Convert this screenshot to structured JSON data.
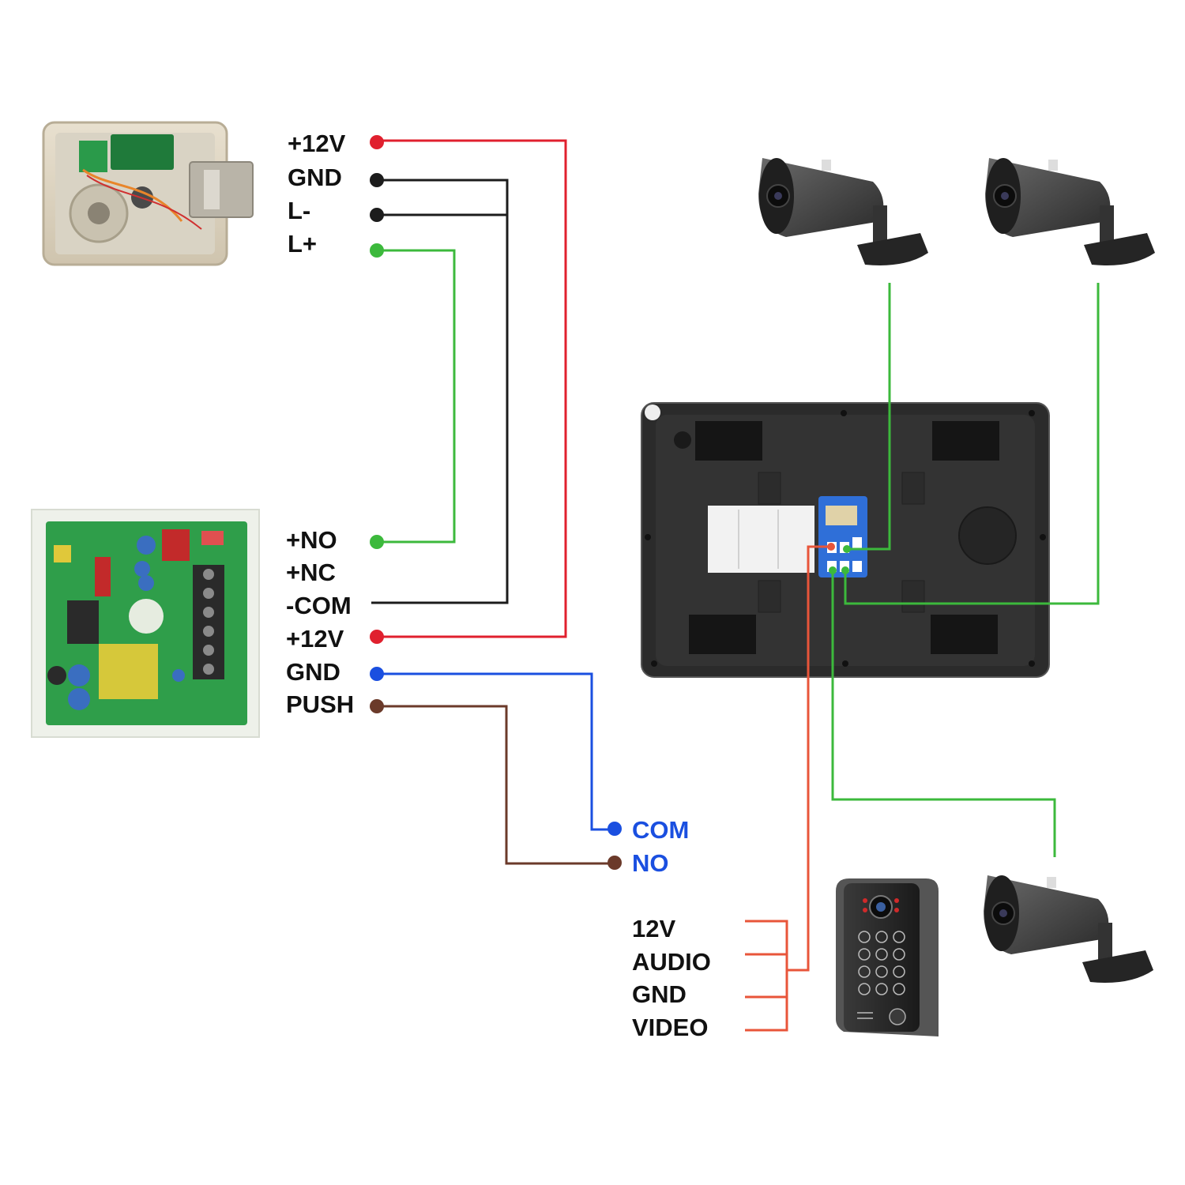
{
  "colors": {
    "red": "#e0202e",
    "black": "#1c1c1c",
    "green": "#3cb93c",
    "blue": "#1a4fe0",
    "brown": "#6b3a2a",
    "orange_red": "#e8553a"
  },
  "lock": {
    "terminals": [
      "+12V",
      "GND",
      "L-",
      "L+"
    ]
  },
  "power_supply": {
    "terminals": [
      "+NO",
      "+NC",
      "-COM",
      "+12V",
      "GND",
      "PUSH"
    ]
  },
  "exit_button": {
    "terminals": [
      "COM",
      "NO"
    ]
  },
  "doorbell": {
    "terminals": [
      "12V",
      "AUDIO",
      "GND",
      "VIDEO"
    ]
  },
  "devices": {
    "lock_icon": "electric-lock-icon",
    "power_icon": "power-supply-board-icon",
    "monitor_icon": "indoor-monitor-back-icon",
    "camera_icon": "bullet-camera-icon",
    "doorbell_icon": "keypad-doorbell-icon"
  }
}
